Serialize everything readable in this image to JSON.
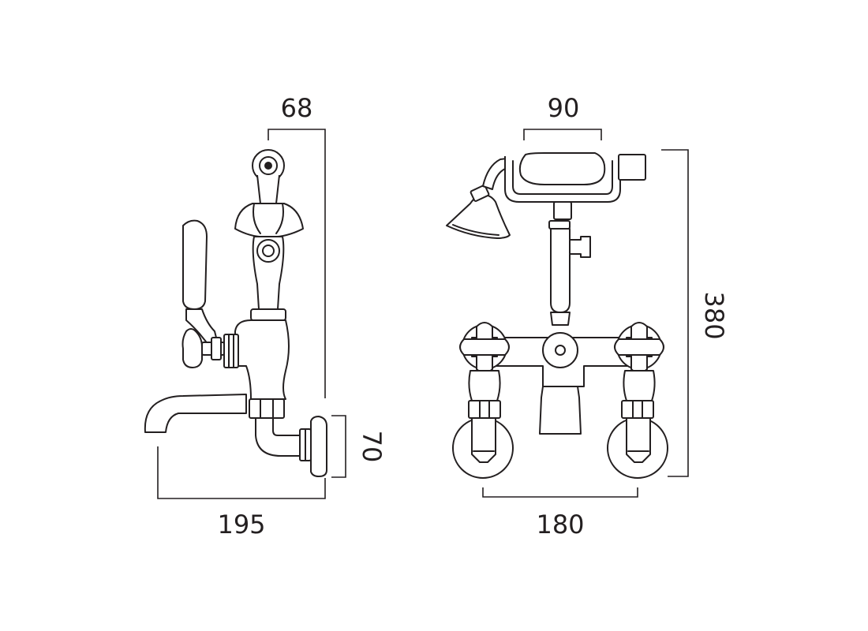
{
  "dimensions": {
    "side_top_width": "68",
    "side_overall_width": "195",
    "side_flange_height": "70",
    "front_handset_width": "90",
    "front_centres": "180",
    "front_overall_height": "380"
  }
}
